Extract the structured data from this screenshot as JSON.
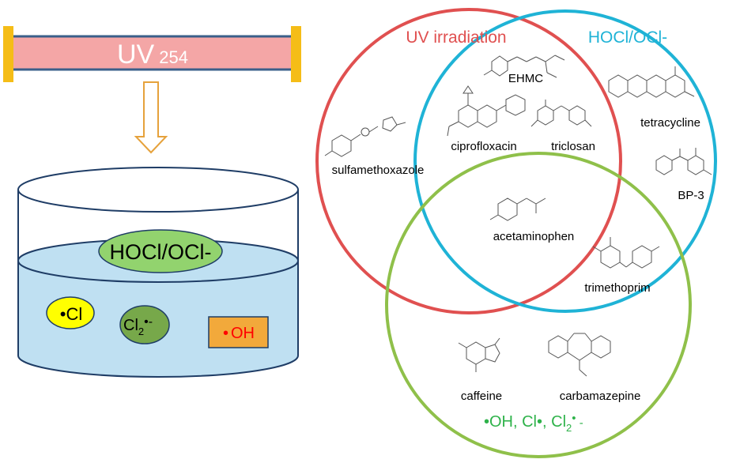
{
  "lamp": {
    "main": "UV",
    "sub": "254"
  },
  "reactor": {
    "oxidant": "HOCl/OCl-",
    "radicals": {
      "cl": {
        "dot": "•",
        "text": "Cl"
      },
      "cl2": {
        "text": "Cl",
        "sub": "2",
        "dot": "•-"
      },
      "oh": {
        "dot": "•",
        "text": "OH"
      }
    }
  },
  "venn": {
    "uv_label": "UV irradiation",
    "chlorine_label": "HOCl/OCl-",
    "radical_label": {
      "a": "•OH, Cl",
      "dot": "•",
      "b": ", Cl",
      "sub": "2",
      "c": "•",
      "d": " -"
    }
  },
  "compounds": {
    "sulfamethoxazole": "sulfamethoxazole",
    "ehmc": "EHMC",
    "ciprofloxacin": "ciprofloxacin",
    "triclosan": "triclosan",
    "tetracycline": "tetracycline",
    "bp3": "BP-3",
    "acetaminophen": "acetaminophen",
    "trimethoprim": "trimethoprim",
    "caffeine": "caffeine",
    "carbamazepine": "carbamazepine"
  },
  "colors": {
    "lamp_fill": "#f4a6a6",
    "lamp_border": "#3a5f8a",
    "lamp_caps": "#f5bd17",
    "arrow": "#e6a23c",
    "water": "#bfe0f2",
    "oxidant_fill": "#92d36e",
    "cl_fill": "#ffff00",
    "cl2_fill": "#77a84a",
    "oh_fill": "#f2a93b",
    "uv_circle": "#e05050",
    "chlorine_circle": "#1fb3d6",
    "radical_circle": "#8fc04a",
    "radical_text": "#2eb24a"
  }
}
